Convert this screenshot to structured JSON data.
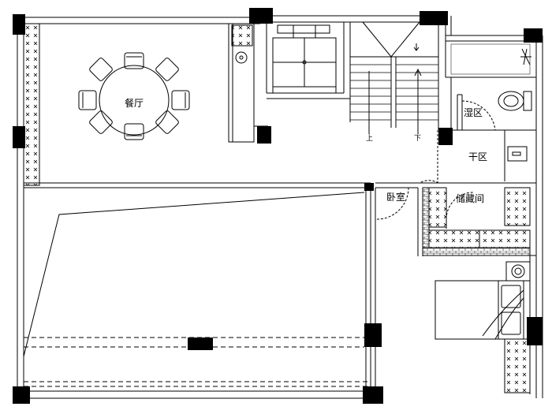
{
  "rooms": {
    "dining": "餐厅",
    "wet_area": "湿区",
    "dry_area": "干区",
    "bedroom": "卧室",
    "storage": "储藏间"
  },
  "stairs": {
    "up": "上",
    "down": "下"
  },
  "colors": {
    "line": "#000000",
    "background": "#ffffff",
    "hatch_fill": "#ffffff"
  },
  "icons": [
    "table-icon",
    "chair-icon",
    "sink-icon",
    "elevator-icon",
    "toilet-icon",
    "bed-icon",
    "stair-arrow-icon",
    "door-swing-icon"
  ]
}
